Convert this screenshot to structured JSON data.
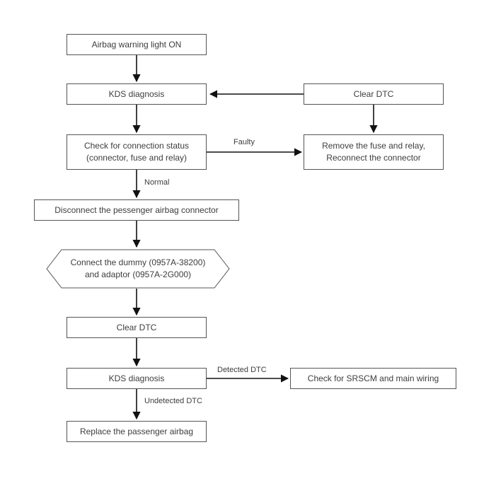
{
  "diagram": {
    "nodes": {
      "airbag_light": {
        "label": "Airbag warning light ON"
      },
      "kds_1": {
        "label": "KDS diagnosis"
      },
      "clear_dtc_1": {
        "label": "Clear DTC"
      },
      "check_connection": {
        "label": "Check for connection status\n(connector, fuse and relay)"
      },
      "remove_fuse": {
        "label": "Remove the fuse and relay,\nReconnect the connector"
      },
      "disconnect_airbag": {
        "label": "Disconnect the pessenger airbag connector"
      },
      "connect_dummy": {
        "label": "Connect the dummy (0957A-38200)\nand adaptor (0957A-2G000)"
      },
      "clear_dtc_2": {
        "label": "Clear DTC"
      },
      "kds_2": {
        "label": "KDS diagnosis"
      },
      "check_srscm": {
        "label": "Check for SRSCM and main wiring"
      },
      "replace_airbag": {
        "label": "Replace the passenger airbag"
      }
    },
    "edges": [
      {
        "from": "airbag_light",
        "to": "kds_1",
        "label": ""
      },
      {
        "from": "clear_dtc_1",
        "to": "kds_1",
        "label": ""
      },
      {
        "from": "kds_1",
        "to": "check_connection",
        "label": ""
      },
      {
        "from": "clear_dtc_1",
        "to": "remove_fuse",
        "label": ""
      },
      {
        "from": "check_connection",
        "to": "remove_fuse",
        "label": "Faulty"
      },
      {
        "from": "check_connection",
        "to": "disconnect_airbag",
        "label": "Normal"
      },
      {
        "from": "disconnect_airbag",
        "to": "connect_dummy",
        "label": ""
      },
      {
        "from": "connect_dummy",
        "to": "clear_dtc_2",
        "label": ""
      },
      {
        "from": "clear_dtc_2",
        "to": "kds_2",
        "label": ""
      },
      {
        "from": "kds_2",
        "to": "check_srscm",
        "label": "Detected DTC"
      },
      {
        "from": "kds_2",
        "to": "replace_airbag",
        "label": "Undetected DTC"
      }
    ],
    "colors": {
      "line": "#111111",
      "box_border": "#555555",
      "text": "#3d3d3d",
      "background": "#ffffff"
    }
  }
}
